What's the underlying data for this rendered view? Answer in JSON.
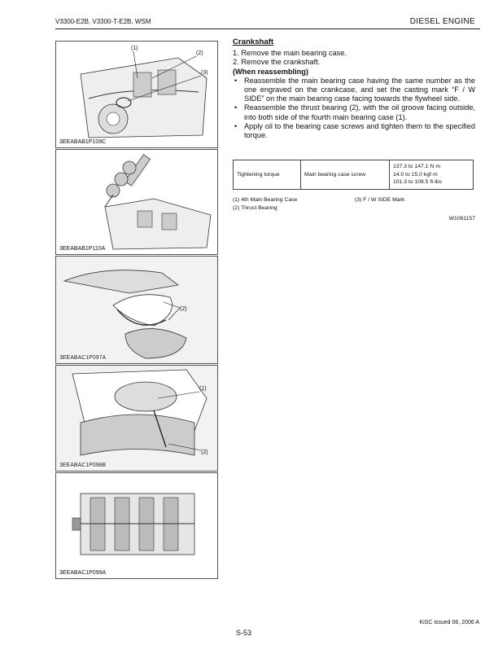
{
  "header": {
    "models": "V3300-E2B, V3300-T-E2B, WSM",
    "section": "DIESEL  ENGINE"
  },
  "figures": [
    {
      "code": "3EEABAB1P109C",
      "callouts": [
        "(1)",
        "(2)",
        "(3)"
      ]
    },
    {
      "code": "3EEABAB1P110A",
      "callouts": []
    },
    {
      "code": "3EEABAC1P097A",
      "callouts": [
        "(2)"
      ]
    },
    {
      "code": "3EEABAC1P098B",
      "callouts": [
        "(1)",
        "(2)"
      ]
    },
    {
      "code": "3EEABAC1P099A",
      "callouts": []
    }
  ],
  "procedure": {
    "title": "Crankshaft",
    "steps": [
      "1.  Remove the main bearing case.",
      "2.  Remove the crankshaft."
    ],
    "reassembly_heading": "(When reassembling)",
    "bullets": [
      "Reassemble the main bearing case having the same number as the one engraved on the crankcase, and set the casting mark “F / W SIDE” on the main bearing case facing towards the flywheel side.",
      "Reassemble the thrust bearing (2), with the oil groove facing outside, into both side of the fourth main bearing case (1).",
      "Apply oil to the bearing case screws and tighten them to the specified torque."
    ]
  },
  "torque_table": {
    "label": "Tightening torque",
    "item": "Main bearing case screw",
    "values": [
      "137.3 to 147.1 N·m",
      "14.0 to 15.0 kgf·m",
      "101.3 to 108.5 ft-lbs"
    ]
  },
  "legend": {
    "items": [
      "(1)  4th Main Bearing Case",
      "(2)  Thrust Bearing",
      "(3)  F / W SIDE Mark"
    ]
  },
  "ref_code": "W1061157",
  "footer": {
    "issue": "KiSC issued 06, 2006 A",
    "page": "S-53"
  }
}
